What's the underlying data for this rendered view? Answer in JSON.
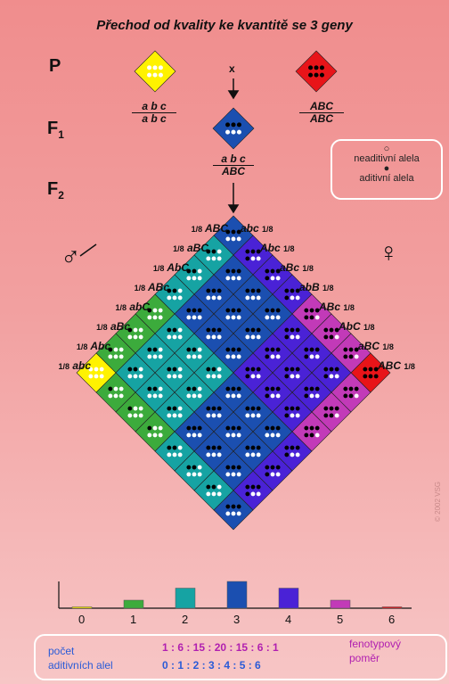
{
  "title": "Přechod od kvality ke kvantitě se 3 geny",
  "generations": {
    "p": "P",
    "f1_letter": "F",
    "f1_sub": "1",
    "f2_letter": "F",
    "f2_sub": "2"
  },
  "cross_symbol": "x",
  "genotypes": {
    "p_left": {
      "num": "a b c",
      "den": "a b c"
    },
    "p_right": {
      "num": "ABC",
      "den": "ABC"
    },
    "f1": {
      "num": "a b c",
      "den": "ABC"
    }
  },
  "legend": {
    "non_additive": "neaditivní alela",
    "additive": "aditivní alela"
  },
  "gamete_fraction": "1/8",
  "left_gametes": [
    "ABC",
    "aBC",
    "AbC",
    "ABc",
    "abC",
    "aBc",
    "Abc",
    "abc"
  ],
  "right_gametes": [
    "abc",
    "Abc",
    "aBc",
    "abB",
    "ABc",
    "AbC",
    "aBC",
    "ABC"
  ],
  "male_symbol": "♂",
  "female_symbol": "♀",
  "colors": {
    "0": "#fff200",
    "1": "#3cab3c",
    "2": "#16a3a3",
    "3": "#1b4fb0",
    "4": "#4a22d6",
    "5": "#c23ab8",
    "6": "#e81419"
  },
  "chart_data": {
    "type": "bar",
    "categories": [
      "0",
      "1",
      "2",
      "3",
      "4",
      "5",
      "6"
    ],
    "values": [
      1,
      6,
      15,
      20,
      15,
      6,
      1
    ]
  },
  "bottom": {
    "label_line1": "počet",
    "label_line2": "aditivních alel",
    "ratio": "1 : 6 : 15 : 20 : 15 : 6 : 1",
    "counts": "0 : 1 : 2 : 3 : 4 : 5 : 6",
    "pheno_line1": "fenotypový",
    "pheno_line2": "poměr"
  },
  "copyright": "© 2002 VSG"
}
